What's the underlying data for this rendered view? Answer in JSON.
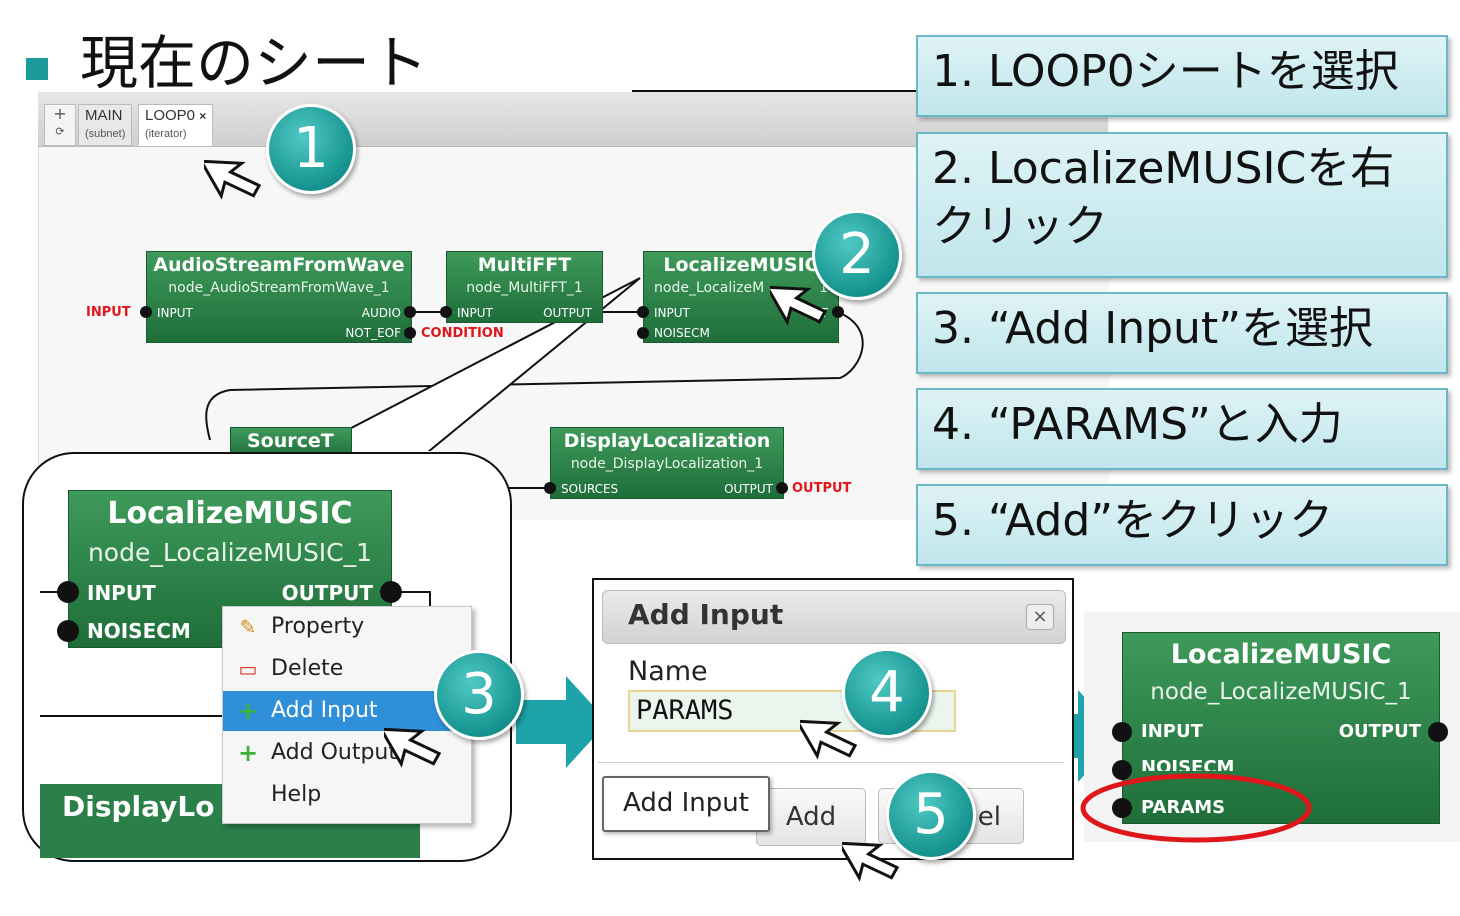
{
  "title": "現在のシート",
  "tabs": {
    "tools": "+",
    "main": {
      "name": "MAIN",
      "type": "(subnet)"
    },
    "loop": {
      "name": "LOOP0",
      "type": "(iterator)",
      "close": "×"
    }
  },
  "nodes": {
    "audio": {
      "title": "AudioStreamFromWave",
      "name": "node_AudioStreamFromWave_1",
      "in": "INPUT",
      "out1": "AUDIO",
      "out2": "NOT_EOF"
    },
    "fft": {
      "title": "MultiFFT",
      "name": "node_MultiFFT_1",
      "in": "INPUT",
      "out": "OUTPUT"
    },
    "music": {
      "title": "LocalizeMUSIC",
      "name": "node_LocalizeM",
      "name_tail": "1",
      "in": "INPUT",
      "in2": "NOISECM",
      "out": "OUT"
    },
    "source": {
      "title": "SourceT"
    },
    "display": {
      "title": "DisplayLocalization",
      "name": "node_DisplayLocalization_1",
      "in": "SOURCES",
      "out": "OUTPUT"
    }
  },
  "red_labels": {
    "input": "INPUT",
    "condition": "CONDITION",
    "output": "OUTPUT"
  },
  "steps": [
    "1. LOOP0シートを選択",
    "2. LocalizeMUSICを右",
    "クリック",
    "3. “Add Input”を選択",
    "4. “PARAMS”と入力",
    "5. “Add”をクリック"
  ],
  "badges": [
    "1",
    "2",
    "3",
    "4",
    "5"
  ],
  "zoom": {
    "title": "LocalizeMUSIC",
    "name": "node_LocalizeMUSIC_1",
    "in": "INPUT",
    "in2": "NOISECM",
    "out": "OUTPUT",
    "below": "DisplayLo"
  },
  "menu": {
    "property": "Property",
    "delete": "Delete",
    "add_input": "Add Input",
    "add_output": "Add Output",
    "help": "Help"
  },
  "dialog": {
    "title": "Add Input",
    "close": "×",
    "label": "Name",
    "value": "PARAMS",
    "tooltip": "Add Input",
    "add": "Add",
    "cancel_tail": "el"
  },
  "result": {
    "title": "LocalizeMUSIC",
    "name": "node_LocalizeMUSIC_1",
    "in": "INPUT",
    "out": "OUTPUT",
    "in2": "NOISECM",
    "in3": "PARAMS"
  },
  "colors": {
    "node": "#2b8049",
    "accent": "#16938f",
    "highlight": "#2f8fd8",
    "alert": "#e0161b"
  }
}
